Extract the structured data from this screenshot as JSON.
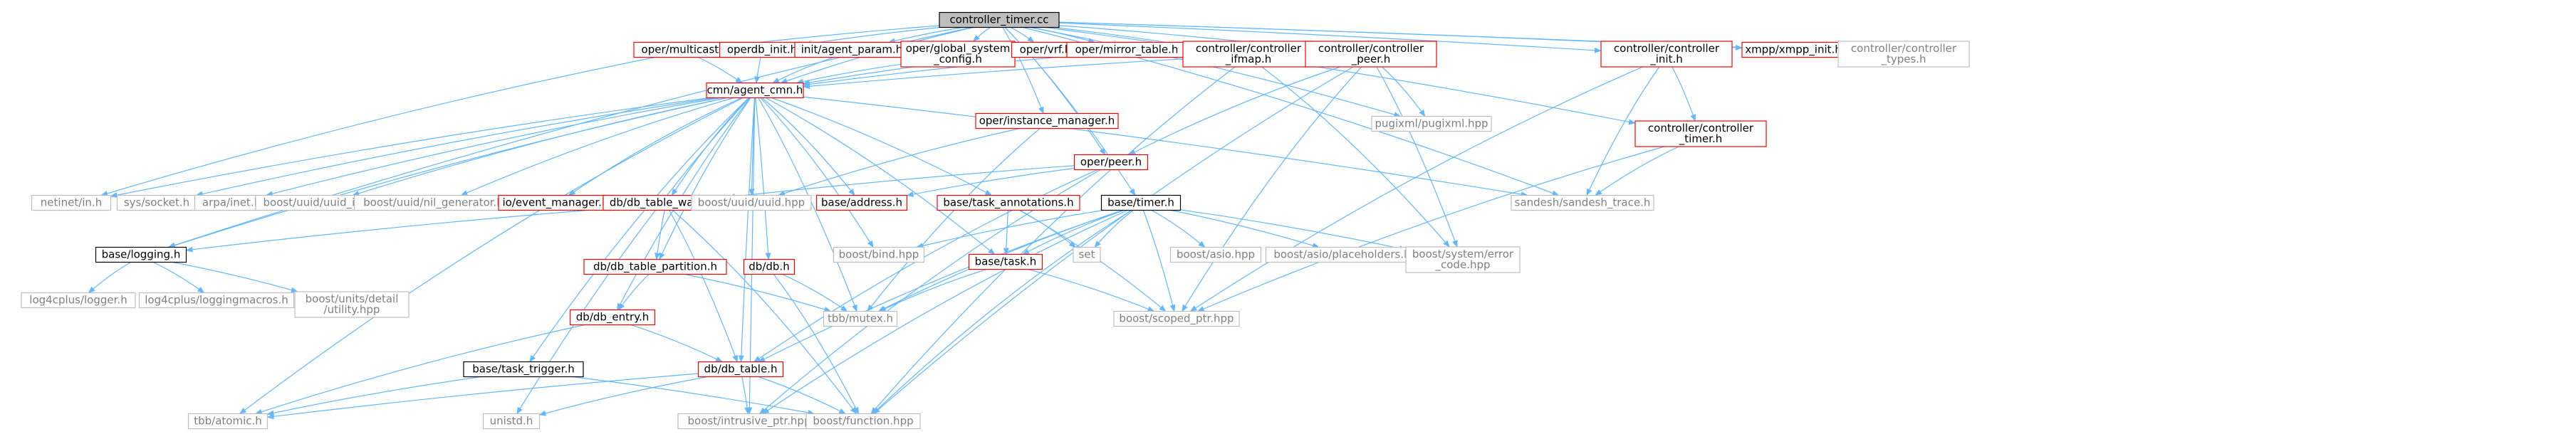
{
  "graph": {
    "colors": {
      "edge": "#63b8ff",
      "root_fill": "#bfbfbf",
      "documented_border": "#ff0000",
      "local_border": "#000000",
      "external_border": "#bfbfbf",
      "external_text": "#808080",
      "label_text": "#000000"
    },
    "nodes": [
      {
        "id": "root",
        "lines": [
          "controller_timer.cc"
        ],
        "kind": "root"
      },
      {
        "id": "oper_multicast",
        "lines": [
          "oper/multicast.h"
        ],
        "kind": "documented"
      },
      {
        "id": "operdb_init",
        "lines": [
          "operdb_init.h"
        ],
        "kind": "documented"
      },
      {
        "id": "init_agent_param",
        "lines": [
          "init/agent_param.h"
        ],
        "kind": "documented"
      },
      {
        "id": "oper_global_system_config",
        "lines": [
          "oper/global_system",
          "_config.h"
        ],
        "kind": "documented"
      },
      {
        "id": "oper_vrf",
        "lines": [
          "oper/vrf.h"
        ],
        "kind": "documented"
      },
      {
        "id": "oper_mirror_table",
        "lines": [
          "oper/mirror_table.h"
        ],
        "kind": "documented"
      },
      {
        "id": "controller_ifmap",
        "lines": [
          "controller/controller",
          "_ifmap.h"
        ],
        "kind": "documented"
      },
      {
        "id": "controller_peer",
        "lines": [
          "controller/controller",
          "_peer.h"
        ],
        "kind": "documented"
      },
      {
        "id": "controller_init",
        "lines": [
          "controller/controller",
          "_init.h"
        ],
        "kind": "documented"
      },
      {
        "id": "xmpp_init",
        "lines": [
          "xmpp/xmpp_init.h"
        ],
        "kind": "documented"
      },
      {
        "id": "controller_types",
        "lines": [
          "controller/controller",
          "_types.h"
        ],
        "kind": "external"
      },
      {
        "id": "cmn_agent_cmn",
        "lines": [
          "cmn/agent_cmn.h"
        ],
        "kind": "documented"
      },
      {
        "id": "oper_instance_manager",
        "lines": [
          "oper/instance_manager.h"
        ],
        "kind": "documented"
      },
      {
        "id": "oper_peer",
        "lines": [
          "oper/peer.h"
        ],
        "kind": "documented"
      },
      {
        "id": "pugixml",
        "lines": [
          "pugixml/pugixml.hpp"
        ],
        "kind": "external"
      },
      {
        "id": "controller_controller_timer",
        "lines": [
          "controller/controller",
          "_timer.h"
        ],
        "kind": "documented"
      },
      {
        "id": "netinet_in",
        "lines": [
          "netinet/in.h"
        ],
        "kind": "external"
      },
      {
        "id": "sys_socket",
        "lines": [
          "sys/socket.h"
        ],
        "kind": "external"
      },
      {
        "id": "arpa_inet",
        "lines": [
          "arpa/inet.h"
        ],
        "kind": "external"
      },
      {
        "id": "boost_uuid_io",
        "lines": [
          "boost/uuid/uuid_io.hpp"
        ],
        "kind": "external"
      },
      {
        "id": "boost_uuid_gen",
        "lines": [
          "boost/uuid/nil_generator.hpp"
        ],
        "kind": "external"
      },
      {
        "id": "io_event_manager",
        "lines": [
          "io/event_manager.h"
        ],
        "kind": "documented"
      },
      {
        "id": "db_table_walker",
        "lines": [
          "db/db_table_walker.h"
        ],
        "kind": "documented"
      },
      {
        "id": "boost_uuid",
        "lines": [
          "boost/uuid/uuid.hpp"
        ],
        "kind": "external"
      },
      {
        "id": "base_address",
        "lines": [
          "base/address.h"
        ],
        "kind": "documented"
      },
      {
        "id": "base_task_annotations",
        "lines": [
          "base/task_annotations.h"
        ],
        "kind": "documented"
      },
      {
        "id": "base_timer",
        "lines": [
          "base/timer.h"
        ],
        "kind": "local"
      },
      {
        "id": "sandesh_trace",
        "lines": [
          "sandesh/sandesh_trace.h"
        ],
        "kind": "external"
      },
      {
        "id": "base_logging",
        "lines": [
          "base/logging.h"
        ],
        "kind": "local"
      },
      {
        "id": "db_table_partition",
        "lines": [
          "db/db_table_partition.h"
        ],
        "kind": "documented"
      },
      {
        "id": "db_db",
        "lines": [
          "db/db.h"
        ],
        "kind": "documented"
      },
      {
        "id": "boost_bind",
        "lines": [
          "boost/bind.hpp"
        ],
        "kind": "external"
      },
      {
        "id": "base_task",
        "lines": [
          "base/task.h"
        ],
        "kind": "documented"
      },
      {
        "id": "set",
        "lines": [
          "set"
        ],
        "kind": "external"
      },
      {
        "id": "boost_asio",
        "lines": [
          "boost/asio.hpp"
        ],
        "kind": "external"
      },
      {
        "id": "boost_asio_placeholders",
        "lines": [
          "boost/asio/placeholders.hpp"
        ],
        "kind": "external"
      },
      {
        "id": "boost_system_error_code",
        "lines": [
          "boost/system/error",
          "_code.hpp"
        ],
        "kind": "external"
      },
      {
        "id": "log4cplus_logger",
        "lines": [
          "log4cplus/logger.h"
        ],
        "kind": "external"
      },
      {
        "id": "log4cplus_loggingmacros",
        "lines": [
          "log4cplus/loggingmacros.h"
        ],
        "kind": "external"
      },
      {
        "id": "boost_units_utility",
        "lines": [
          "boost/units/detail",
          "/utility.hpp"
        ],
        "kind": "external"
      },
      {
        "id": "db_db_entry",
        "lines": [
          "db/db_entry.h"
        ],
        "kind": "documented"
      },
      {
        "id": "tbb_mutex",
        "lines": [
          "tbb/mutex.h"
        ],
        "kind": "external"
      },
      {
        "id": "boost_scoped_ptr",
        "lines": [
          "boost/scoped_ptr.hpp"
        ],
        "kind": "external"
      },
      {
        "id": "base_task_trigger",
        "lines": [
          "base/task_trigger.h"
        ],
        "kind": "local"
      },
      {
        "id": "db_db_table",
        "lines": [
          "db/db_table.h"
        ],
        "kind": "documented"
      },
      {
        "id": "tbb_atomic",
        "lines": [
          "tbb/atomic.h"
        ],
        "kind": "external"
      },
      {
        "id": "unistd",
        "lines": [
          "unistd.h"
        ],
        "kind": "external"
      },
      {
        "id": "boost_intrusive_ptr",
        "lines": [
          "boost/intrusive_ptr.hpp"
        ],
        "kind": "external"
      },
      {
        "id": "boost_function",
        "lines": [
          "boost/function.hpp"
        ],
        "kind": "external"
      }
    ],
    "edges": [
      [
        "root",
        "oper_multicast"
      ],
      [
        "root",
        "operdb_init"
      ],
      [
        "root",
        "init_agent_param"
      ],
      [
        "root",
        "oper_global_system_config"
      ],
      [
        "root",
        "oper_vrf"
      ],
      [
        "root",
        "oper_mirror_table"
      ],
      [
        "root",
        "controller_ifmap"
      ],
      [
        "root",
        "controller_peer"
      ],
      [
        "root",
        "controller_init"
      ],
      [
        "root",
        "xmpp_init"
      ],
      [
        "root",
        "controller_types"
      ],
      [
        "root",
        "cmn_agent_cmn"
      ],
      [
        "root",
        "oper_instance_manager"
      ],
      [
        "root",
        "oper_peer"
      ],
      [
        "root",
        "pugixml"
      ],
      [
        "root",
        "controller_controller_timer"
      ],
      [
        "root",
        "sandesh_trace"
      ],
      [
        "root",
        "base_timer"
      ],
      [
        "root",
        "base_logging"
      ],
      [
        "oper_multicast",
        "cmn_agent_cmn"
      ],
      [
        "oper_multicast",
        "netinet_in"
      ],
      [
        "operdb_init",
        "cmn_agent_cmn"
      ],
      [
        "init_agent_param",
        "cmn_agent_cmn"
      ],
      [
        "oper_global_system_config",
        "cmn_agent_cmn"
      ],
      [
        "oper_vrf",
        "cmn_agent_cmn"
      ],
      [
        "oper_mirror_table",
        "cmn_agent_cmn"
      ],
      [
        "controller_ifmap",
        "cmn_agent_cmn"
      ],
      [
        "controller_ifmap",
        "boost_system_error_code"
      ],
      [
        "controller_ifmap",
        "boost_function"
      ],
      [
        "controller_peer",
        "oper_peer"
      ],
      [
        "controller_peer",
        "pugixml"
      ],
      [
        "controller_peer",
        "boost_system_error_code"
      ],
      [
        "controller_peer",
        "boost_scoped_ptr"
      ],
      [
        "controller_peer",
        "boost_function"
      ],
      [
        "controller_init",
        "controller_controller_timer"
      ],
      [
        "controller_init",
        "sandesh_trace"
      ],
      [
        "controller_init",
        "boost_scoped_ptr"
      ],
      [
        "controller_controller_timer",
        "sandesh_trace"
      ],
      [
        "controller_controller_timer",
        "boost_scoped_ptr"
      ],
      [
        "cmn_agent_cmn",
        "netinet_in"
      ],
      [
        "cmn_agent_cmn",
        "sys_socket"
      ],
      [
        "cmn_agent_cmn",
        "arpa_inet"
      ],
      [
        "cmn_agent_cmn",
        "boost_uuid_io"
      ],
      [
        "cmn_agent_cmn",
        "boost_uuid_gen"
      ],
      [
        "cmn_agent_cmn",
        "io_event_manager"
      ],
      [
        "cmn_agent_cmn",
        "db_table_walker"
      ],
      [
        "cmn_agent_cmn",
        "boost_uuid"
      ],
      [
        "cmn_agent_cmn",
        "base_address"
      ],
      [
        "cmn_agent_cmn",
        "base_task_annotations"
      ],
      [
        "cmn_agent_cmn",
        "sandesh_trace"
      ],
      [
        "cmn_agent_cmn",
        "base_logging"
      ],
      [
        "cmn_agent_cmn",
        "db_table_partition"
      ],
      [
        "cmn_agent_cmn",
        "db_db"
      ],
      [
        "cmn_agent_cmn",
        "boost_bind"
      ],
      [
        "cmn_agent_cmn",
        "base_task"
      ],
      [
        "cmn_agent_cmn",
        "tbb_mutex"
      ],
      [
        "cmn_agent_cmn",
        "db_db_entry"
      ],
      [
        "cmn_agent_cmn",
        "base_task_trigger"
      ],
      [
        "cmn_agent_cmn",
        "db_db_table"
      ],
      [
        "cmn_agent_cmn",
        "tbb_atomic"
      ],
      [
        "cmn_agent_cmn",
        "unistd"
      ],
      [
        "cmn_agent_cmn",
        "boost_intrusive_ptr"
      ],
      [
        "oper_instance_manager",
        "boost_uuid"
      ],
      [
        "oper_instance_manager",
        "tbb_mutex"
      ],
      [
        "oper_peer",
        "base_address"
      ],
      [
        "oper_peer",
        "db_table_walker"
      ],
      [
        "oper_peer",
        "boost_intrusive_ptr"
      ],
      [
        "oper_peer",
        "db_db_table"
      ],
      [
        "db_table_walker",
        "base_logging"
      ],
      [
        "db_table_walker",
        "db_table_partition"
      ],
      [
        "db_table_walker",
        "db_db_table"
      ],
      [
        "db_table_walker",
        "boost_function"
      ],
      [
        "base_task_annotations",
        "set"
      ],
      [
        "base_task_annotations",
        "base_task"
      ],
      [
        "base_task_annotations",
        "boost_scoped_ptr"
      ],
      [
        "base_timer",
        "boost_bind"
      ],
      [
        "base_timer",
        "base_task"
      ],
      [
        "base_timer",
        "set"
      ],
      [
        "base_timer",
        "boost_asio"
      ],
      [
        "base_timer",
        "boost_asio_placeholders"
      ],
      [
        "base_timer",
        "boost_system_error_code"
      ],
      [
        "base_timer",
        "boost_scoped_ptr"
      ],
      [
        "base_timer",
        "tbb_mutex"
      ],
      [
        "base_timer",
        "boost_intrusive_ptr"
      ],
      [
        "base_timer",
        "boost_function"
      ],
      [
        "base_timer",
        "db_db_table"
      ],
      [
        "base_logging",
        "log4cplus_logger"
      ],
      [
        "base_logging",
        "log4cplus_loggingmacros"
      ],
      [
        "base_logging",
        "boost_units_utility"
      ],
      [
        "db_table_partition",
        "db_db_entry"
      ],
      [
        "db_table_partition",
        "tbb_mutex"
      ],
      [
        "db_db",
        "tbb_mutex"
      ],
      [
        "db_db",
        "boost_function"
      ],
      [
        "base_task",
        "tbb_mutex"
      ],
      [
        "base_task",
        "boost_scoped_ptr"
      ],
      [
        "db_db_entry",
        "db_db_table"
      ],
      [
        "db_db_entry",
        "tbb_atomic"
      ],
      [
        "base_task_trigger",
        "tbb_atomic"
      ],
      [
        "base_task_trigger",
        "boost_function"
      ],
      [
        "db_db_table",
        "tbb_atomic"
      ],
      [
        "db_db_table",
        "unistd"
      ],
      [
        "db_db_table",
        "boost_intrusive_ptr"
      ],
      [
        "db_db_table",
        "boost_function"
      ]
    ]
  }
}
